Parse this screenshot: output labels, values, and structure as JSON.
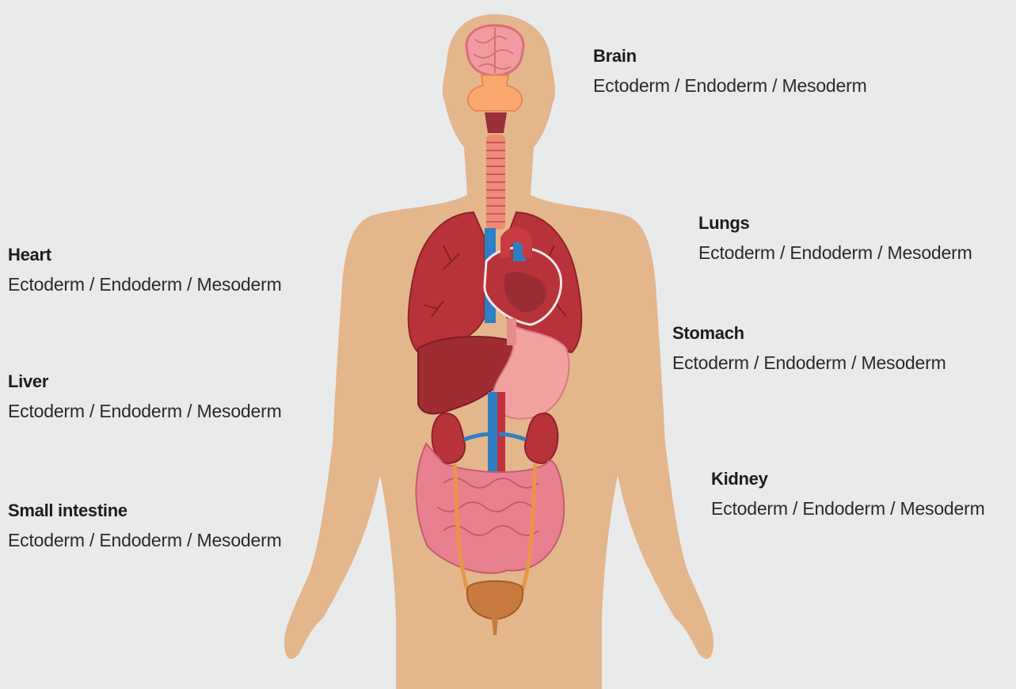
{
  "colors": {
    "background": "#e9eaea",
    "skin": "#e4b68c",
    "organ_red": "#b8323a",
    "vessel_blue": "#2f7fc4",
    "brain_pink": "#f19ba0"
  },
  "labels": {
    "brain": {
      "title": "Brain",
      "options": "Ectoderm / Endoderm / Mesoderm"
    },
    "lungs": {
      "title": "Lungs",
      "options": "Ectoderm / Endoderm / Mesoderm"
    },
    "heart": {
      "title": "Heart",
      "options": "Ectoderm / Endoderm / Mesoderm"
    },
    "stomach": {
      "title": "Stomach",
      "options": "Ectoderm / Endoderm / Mesoderm"
    },
    "liver": {
      "title": "Liver",
      "options": "Ectoderm / Endoderm / Mesoderm"
    },
    "kidney": {
      "title": "Kidney",
      "options": "Ectoderm / Endoderm / Mesoderm"
    },
    "small_intestine": {
      "title": "Small intestine",
      "options": "Ectoderm / Endoderm / Mesoderm"
    }
  }
}
